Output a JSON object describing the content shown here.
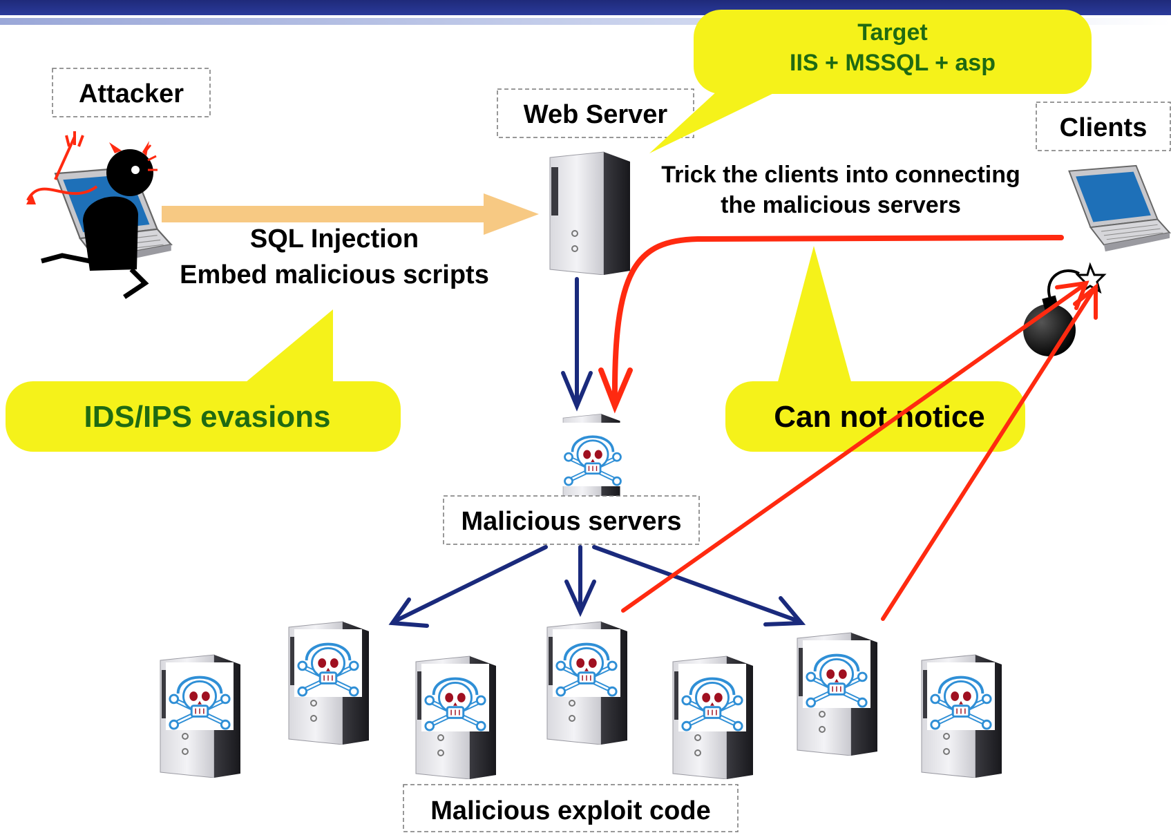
{
  "labels": {
    "attacker": "Attacker",
    "web_server": "Web Server",
    "clients": "Clients",
    "malicious_servers": "Malicious servers",
    "malicious_exploit_code": "Malicious exploit code"
  },
  "arrows": {
    "sql_injection_line1": "SQL Injection",
    "sql_injection_line2": "Embed malicious scripts",
    "trick_line1": "Trick the clients into connecting",
    "trick_line2": "the malicious servers"
  },
  "callouts": {
    "target_line1": "Target",
    "target_line2": "IIS + MSSQL + asp",
    "ids_ips": "IDS/IPS evasions",
    "can_not_notice": "Can not notice"
  },
  "colors": {
    "callout_fill": "#f5f21a",
    "callout_text_green": "#1f6a12",
    "arrow_blue": "#1a2a7c",
    "arrow_red": "#ff2a10",
    "arrow_orange": "#f7c983"
  }
}
